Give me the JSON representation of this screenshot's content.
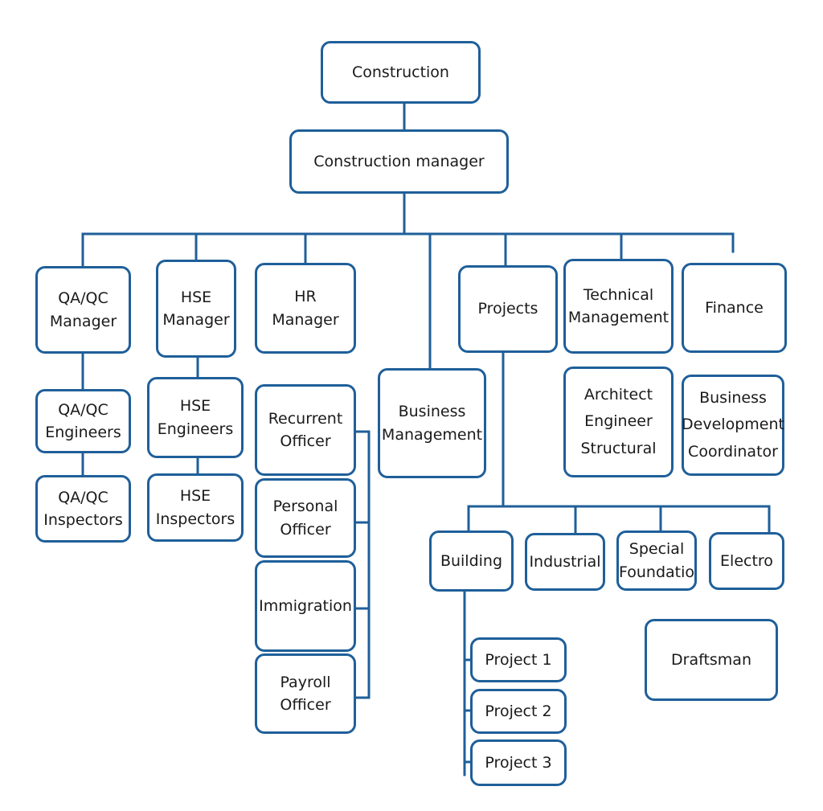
{
  "colors": {
    "stroke": "#1f5f99",
    "text": "#1a1a1a",
    "background": "#ffffff"
  },
  "nodes": {
    "construction": "Construction",
    "construction_manager": "Construction manager",
    "qa_qc_manager": "QA/QC\nManager",
    "qa_qc_engineers": "QA/QC\nEngineers",
    "qa_qc_inspectors": "QA/QC\nInspectors",
    "hse_manager": "HSE\nManager",
    "hse_engineers": "HSE\nEngineers",
    "hse_inspectors": "HSE\nInspectors",
    "hr_manager": "HR\nManager",
    "recurrent_officer": "Recurrent\nOfficer",
    "personal_officer": "Personal\nOfficer",
    "immigration": "Immigration",
    "payroll_officer": "Payroll\nOfficer",
    "business_management": "Business\nManagement",
    "projects": "Projects",
    "building": "Building",
    "industrial": "Industrial",
    "special_foundatio": "Special\nFoundatio",
    "electro": "Electro",
    "project_1": "Project 1",
    "project_2": "Project 2",
    "project_3": "Project 3",
    "draftsman": "Draftsman",
    "technical_management": "Technical\nManagement",
    "architect_engineer_structural": "Architect\nEngineer\nStructural",
    "finance": "Finance",
    "business_development_coordinator": "Business\nDevelopment\nCoordinator"
  }
}
